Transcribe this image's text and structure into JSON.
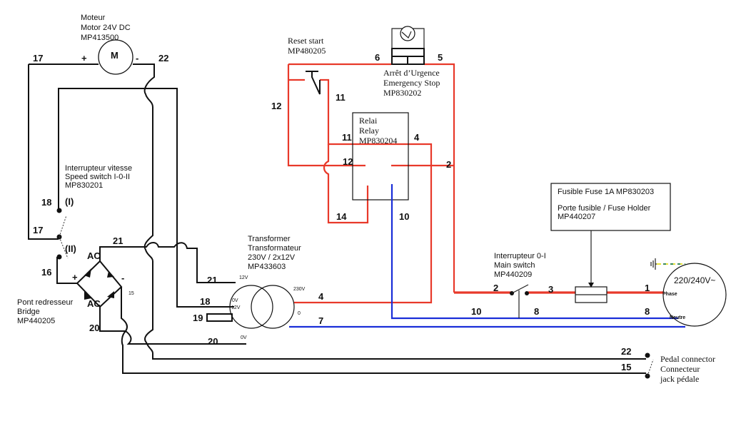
{
  "components": {
    "motor": {
      "lines": [
        "Moteur",
        "Motor 24V DC",
        "MP413500"
      ],
      "symbol": "M",
      "plus": "+",
      "minus": "-"
    },
    "reset": {
      "lines": [
        "Reset start",
        "MP480205"
      ]
    },
    "estop": {
      "lines": [
        "Arrêt d’Urgence",
        "Emergency Stop",
        "MP830202"
      ]
    },
    "relay": {
      "lines": [
        "Relai",
        "Relay",
        "MP830204"
      ]
    },
    "speed_switch": {
      "lines": [
        "Interrupteur vitesse",
        "Speed switch I-0-II",
        "MP830201"
      ],
      "pos1": "(I)",
      "pos2": "(II)"
    },
    "bridge": {
      "lines": [
        "Pont redresseur",
        "Bridge",
        "MP440205"
      ],
      "ac_top": "AC",
      "ac_bottom": "AC",
      "plus": "+",
      "minus": "-",
      "small": "15"
    },
    "transformer": {
      "lines": [
        "Transformer",
        "Transformateur",
        "230V / 2x12V",
        "MP433603"
      ],
      "sec_top": "12V",
      "sec_0v_a": "0V",
      "sec_12v": "12V",
      "sec_0v_b": "0V",
      "pri_230": "230V",
      "pri_0": "0"
    },
    "fuse": {
      "lines": [
        "Fusible Fuse 1A MP830203",
        "",
        "Porte fusible / Fuse Holder",
        "MP440207"
      ]
    },
    "main_switch": {
      "lines": [
        "Interrupteur 0-I",
        "Main switch",
        "MP440209"
      ]
    },
    "supply": {
      "label": "220/240V~",
      "phase": "Phase",
      "neutre": "Neutre"
    },
    "pedal": {
      "lines": [
        "Pedal connector",
        "Connecteur",
        "jack pédale"
      ]
    }
  },
  "wires": {
    "w17a": "17",
    "w22a": "22",
    "w12a": "12",
    "w11a": "11",
    "w6": "6",
    "w5": "5",
    "w11b": "11",
    "w4a": "4",
    "w12b": "12",
    "w2a": "2",
    "w14": "14",
    "w10a": "10",
    "w18a": "18",
    "w17b": "17",
    "w16": "16",
    "w21a": "21",
    "w21b": "21",
    "w18b": "18",
    "w19": "19",
    "w20a": "20",
    "w20b": "20",
    "w4b": "4",
    "w7": "7",
    "w10b": "10",
    "w8a": "8",
    "w8b": "8",
    "w2b": "2",
    "w3": "3",
    "w1": "1",
    "w22b": "22",
    "w15": "15"
  },
  "colors": {
    "live": "#e8392a",
    "neutral": "#1a2ed8",
    "earth": "#e6e23a"
  }
}
